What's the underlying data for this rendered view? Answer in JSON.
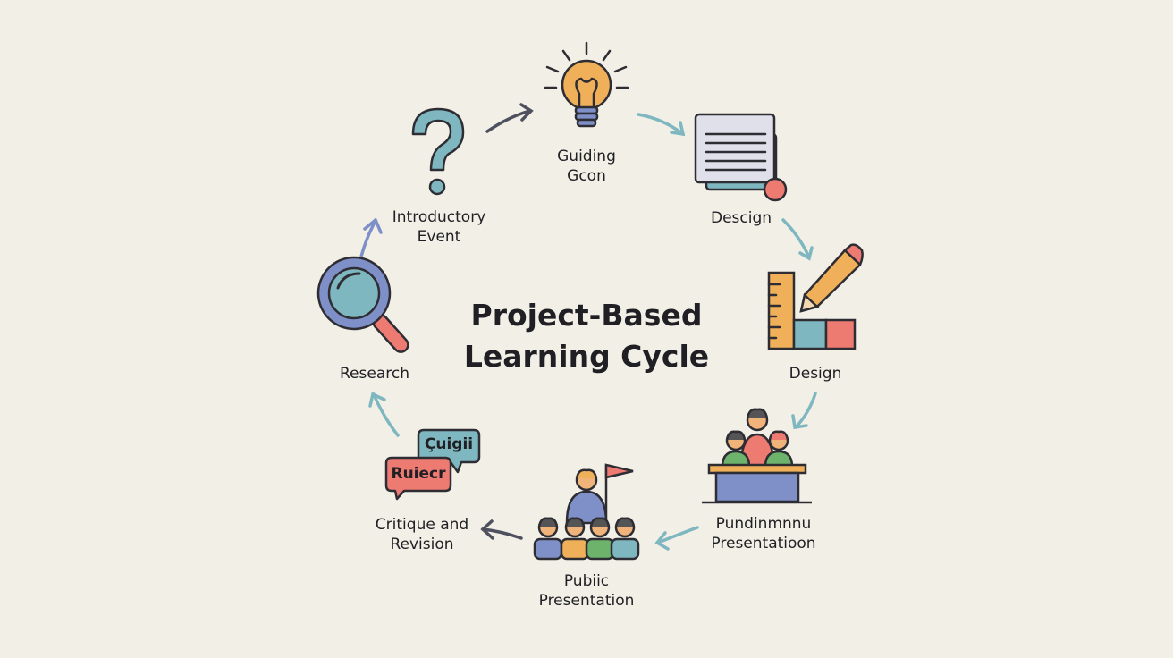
{
  "title": {
    "line1": "Project-Based",
    "line2": "Learning Cycle"
  },
  "stages": [
    {
      "icon": "lightbulb-icon",
      "line1": "Guiding",
      "line2": "Gcon"
    },
    {
      "icon": "document-icon",
      "line1": "Descign"
    },
    {
      "icon": "ruler-pencil-icon",
      "line1": "Design"
    },
    {
      "icon": "group-desk-icon",
      "line1": "Pundinmnnu",
      "line2": "Presentatioon"
    },
    {
      "icon": "audience-presenter-icon",
      "line1": "Pubiic",
      "line2": "Presentation"
    },
    {
      "icon": "speech-bubbles-icon",
      "line1": "Critique and",
      "line2": "Revision",
      "bubble_top": "Çuigii",
      "bubble_bottom": "Ruiecr"
    },
    {
      "icon": "magnifier-icon",
      "line1": "Research"
    },
    {
      "icon": "question-mark-icon",
      "line1": "Introductory",
      "line2": "Event"
    }
  ],
  "colors": {
    "background": "#f1efe6",
    "orange": "#f0b05a",
    "teal": "#7fb7c0",
    "red": "#ee7b72",
    "blue": "#7f90c8",
    "green": "#6db36c",
    "dark": "#2d2d33"
  }
}
